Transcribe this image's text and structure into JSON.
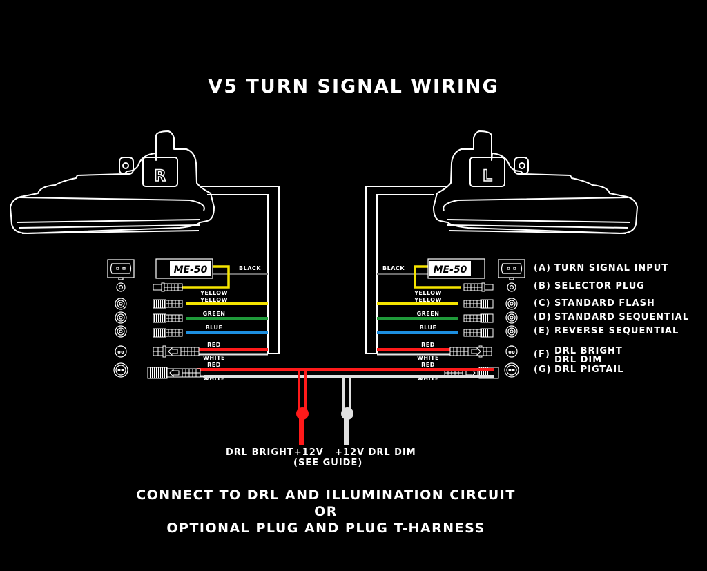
{
  "title": "V5 TURN SIGNAL WIRING",
  "lamps": {
    "right": {
      "badge": "R"
    },
    "left": {
      "badge": "L"
    }
  },
  "module_label": "ME-50",
  "wires": {
    "black": {
      "label": "BLACK",
      "color": "#6b6b6b"
    },
    "yellow_selector": {
      "label": "YELLOW",
      "color": "#f5e400"
    },
    "yellow": {
      "label": "YELLOW",
      "color": "#f5e400"
    },
    "green": {
      "label": "GREEN",
      "color": "#1f9a3a"
    },
    "blue": {
      "label": "BLUE",
      "color": "#1d8fe0"
    },
    "red_f": {
      "label": "RED",
      "color": "#ff1a1a"
    },
    "white_f": {
      "label": "WHITE",
      "color": "#e6e6e6"
    },
    "red_g": {
      "label": "RED",
      "color": "#ff1a1a"
    },
    "white_g": {
      "label": "WHITE",
      "color": "#e6e6e6"
    }
  },
  "legend": [
    {
      "code": "(A)",
      "text": "TURN SIGNAL INPUT"
    },
    {
      "code": "(B)",
      "text": "SELECTOR PLUG"
    },
    {
      "code": "(C)",
      "text": "STANDARD FLASH"
    },
    {
      "code": "(D)",
      "text": "STANDARD SEQUENTIAL"
    },
    {
      "code": "(E)",
      "text": "REVERSE SEQUENTIAL"
    },
    {
      "code": "(F)",
      "text": "DRL BRIGHT",
      "text2": "DRL DIM"
    },
    {
      "code": "(G)",
      "text": "DRL PIGTAIL"
    }
  ],
  "drl_outputs": {
    "bright": {
      "label": "DRL BRIGHT+12V",
      "note": "(SEE GUIDE)",
      "color": "#ff1a1a"
    },
    "dim": {
      "label": "+12V DRL DIM",
      "color": "#e0e0e0"
    }
  },
  "footer": {
    "line1": "CONNECT TO DRL AND ILLUMINATION CIRCUIT",
    "line2": "OR",
    "line3": "OPTIONAL PLUG AND PLUG T-HARNESS"
  }
}
